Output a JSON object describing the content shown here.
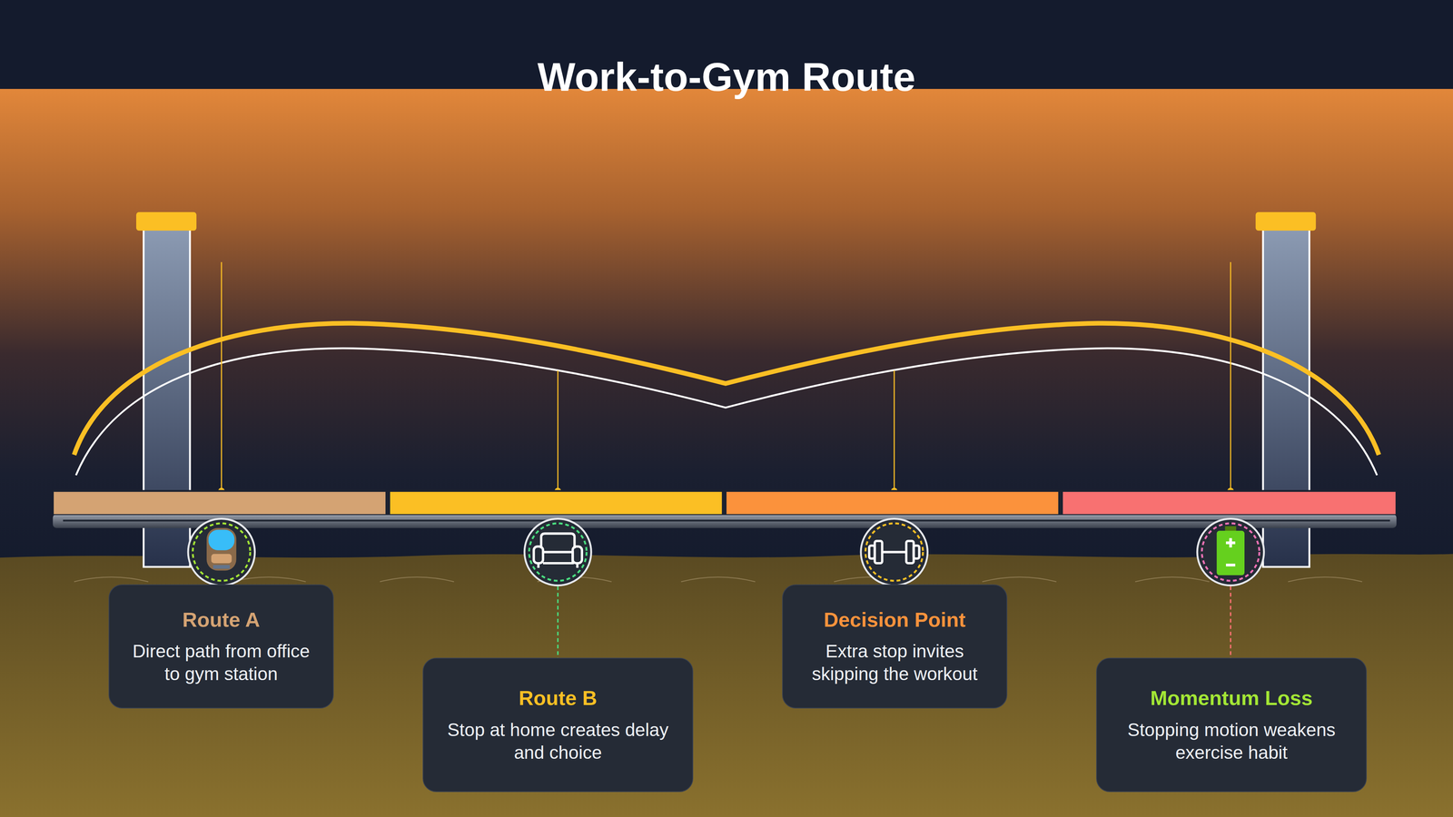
{
  "diagram": {
    "title": "Work-to-Gym Route",
    "nodes": [
      {
        "text": [
          "Route A",
          "Direct path from office to gym station"
        ]
      },
      {
        "text": [
          "Route B",
          "Stop at home creates delay and choice"
        ]
      },
      {
        "text": [
          "Decision Point",
          "Extra stop invites skipping the workout"
        ]
      },
      {
        "text": [
          "Momentum Loss",
          "Stopping motion weakens exercise habit"
        ]
      }
    ]
  }
}
